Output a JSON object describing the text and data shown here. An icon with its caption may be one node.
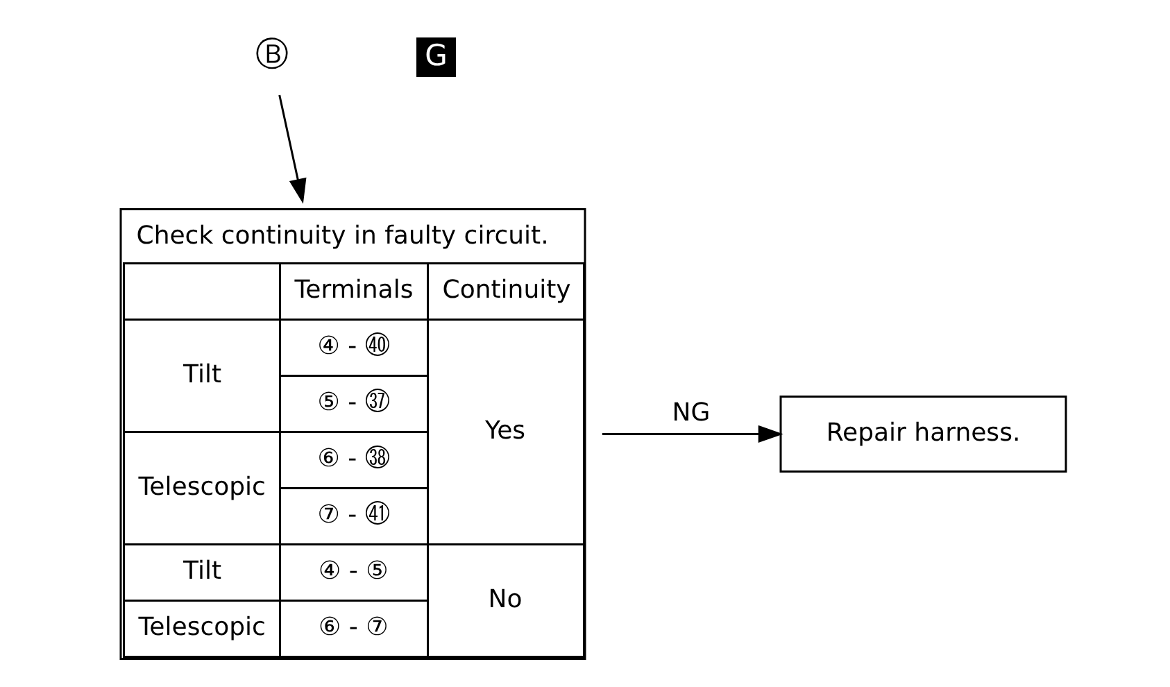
{
  "diagram": {
    "nodes": [
      {
        "text": [
          "Ⓑ"
        ]
      },
      {
        "text": [
          "Check continuity in faulty circuit.",
          "Terminals",
          "Continuity",
          "Tilt",
          "④ - ㊵",
          "Yes",
          "⑤ - ㊲",
          "Telescopic",
          "⑥ - ㊳",
          "⑦ - ㊶",
          "Tilt",
          "④ - ⑤",
          "No",
          "Telescopic",
          "⑥ - ⑦"
        ]
      },
      {
        "text": [
          "Repair harness."
        ]
      }
    ],
    "edges": [
      {
        "from": 0,
        "to": 1,
        "arrow": "to"
      },
      {
        "from": 1,
        "to": 2,
        "arrow": "to",
        "label": "NG"
      }
    ],
    "labels": [
      "G"
    ]
  }
}
